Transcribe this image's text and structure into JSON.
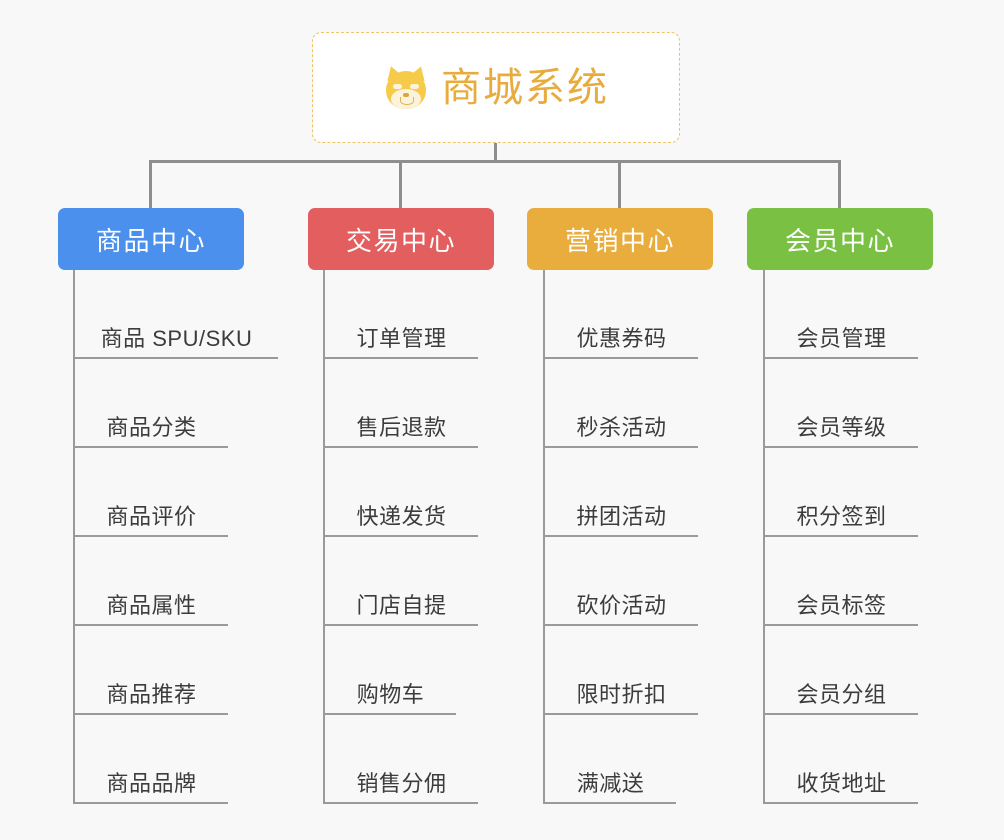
{
  "diagram": {
    "title": "商城系统",
    "root_icon": "shiba-inu-icon",
    "background_color": "#f8f8f8",
    "connector_color": "#8e8e8e",
    "root": {
      "label": "商城系统",
      "border_color": "#f0c263",
      "text_color": "#e8ac3e",
      "background_color": "#ffffff"
    },
    "branches": [
      {
        "label": "商品中心",
        "color": "#4a90ec",
        "items": [
          "商品 SPU/SKU",
          "商品分类",
          "商品评价",
          "商品属性",
          "商品推荐",
          "商品品牌"
        ]
      },
      {
        "label": "交易中心",
        "color": "#e35e5e",
        "items": [
          "订单管理",
          "售后退款",
          "快递发货",
          "门店自提",
          "购物车",
          "销售分佣"
        ]
      },
      {
        "label": "营销中心",
        "color": "#e8ad3c",
        "items": [
          "优惠券码",
          "秒杀活动",
          "拼团活动",
          "砍价活动",
          "限时折扣",
          "满减送"
        ]
      },
      {
        "label": "会员中心",
        "color": "#7ac143",
        "items": [
          "会员管理",
          "会员等级",
          "积分签到",
          "会员标签",
          "会员分组",
          "收货地址"
        ]
      }
    ]
  }
}
